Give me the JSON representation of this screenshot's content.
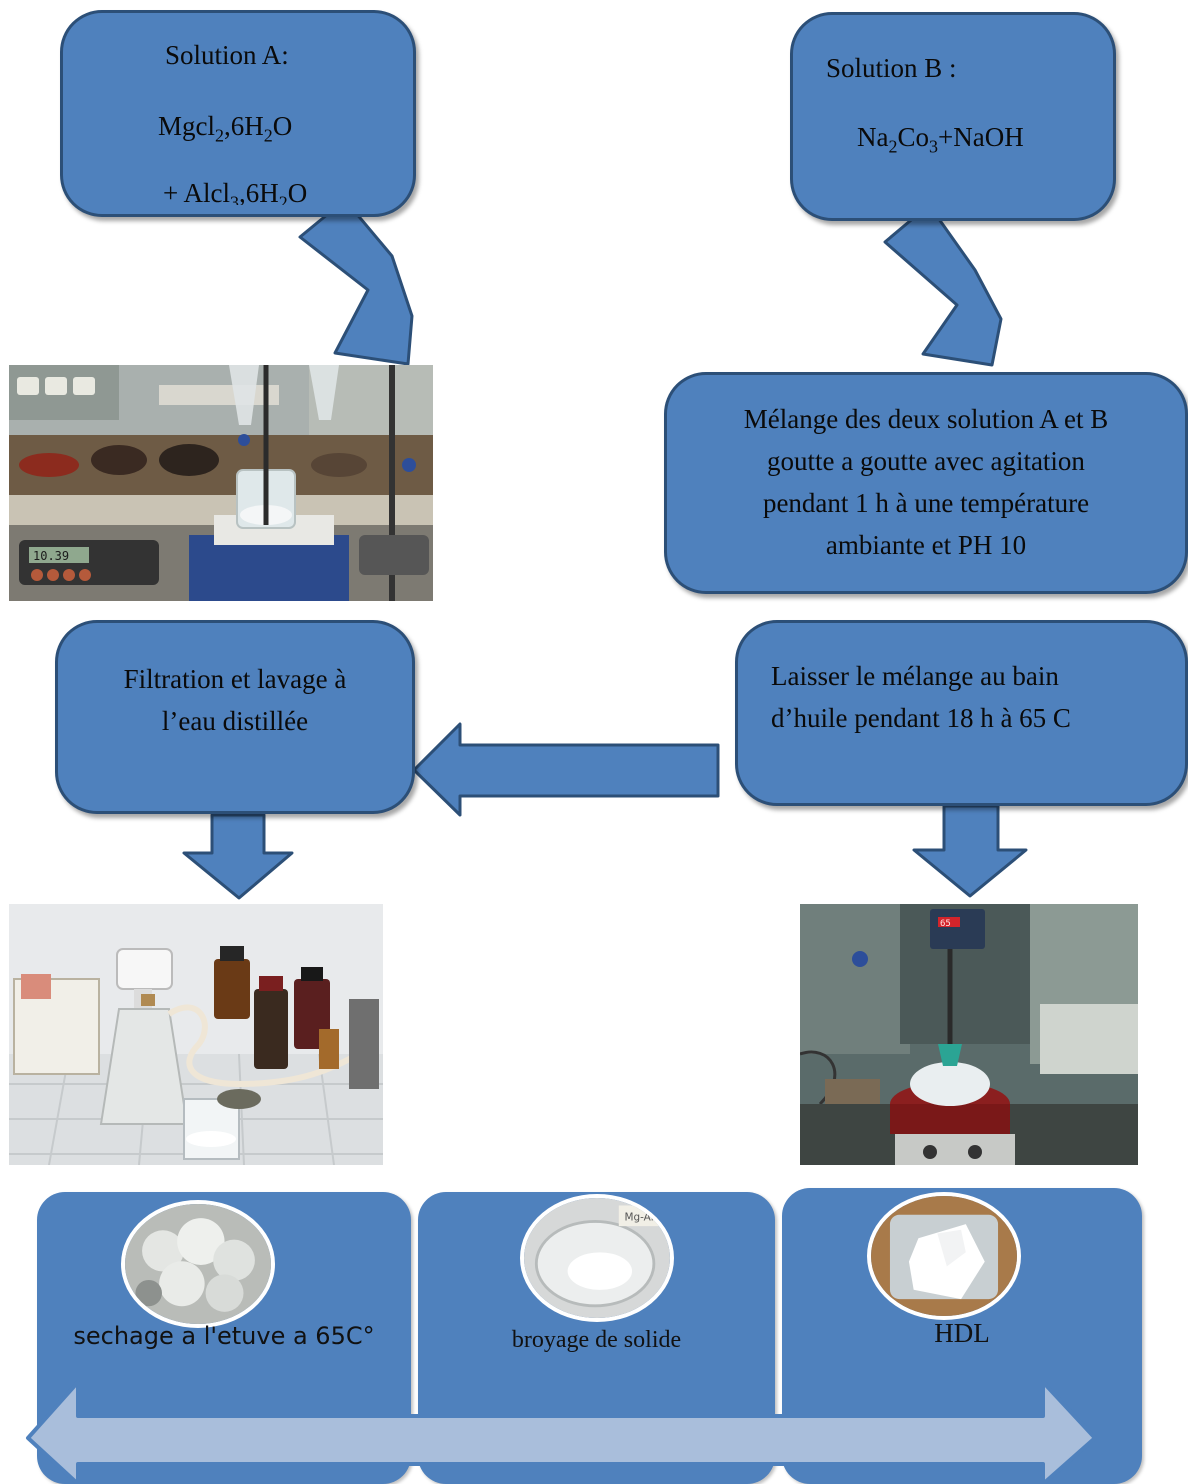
{
  "solution_a": {
    "title": "Solution A:",
    "line1": {
      "base": "Mgcl",
      "sub1": "2",
      "mid": ",6H",
      "sub2": "2",
      "end": "O"
    },
    "line2": {
      "base": "+ Alcl",
      "sub1": "3",
      "mid": ",6H",
      "sub2": "2",
      "end": "O"
    }
  },
  "solution_b": {
    "title": "Solution B :",
    "formula": {
      "p1": "Na",
      "s1": "2",
      "p2": "Co",
      "s2": "3",
      "p3": "+NaOH"
    }
  },
  "mixing": {
    "lines": [
      "Mélange des deux solution A et B",
      "goutte a goutte avec agitation",
      "pendant 1 h à une température",
      "ambiante et PH 10"
    ]
  },
  "oil_bath": {
    "lines": [
      "Laisser le mélange au bain",
      "d’huile pendant 18 h à 65 C"
    ]
  },
  "filtration": {
    "lines": [
      "Filtration et lavage à",
      "l’eau distillée"
    ]
  },
  "steps": [
    {
      "label": "sechage a l'etuve a  65C°"
    },
    {
      "label": "broyage de solide",
      "photo_label": "Mg-Al"
    },
    {
      "label": "HDL"
    }
  ],
  "photos": {
    "ph_meter_display": "10.39",
    "hotplate_display": "65"
  },
  "colors": {
    "box_fill": "#4f81bd",
    "box_border": "#2c4f77",
    "timeline_arrow": "#a9bedb"
  }
}
